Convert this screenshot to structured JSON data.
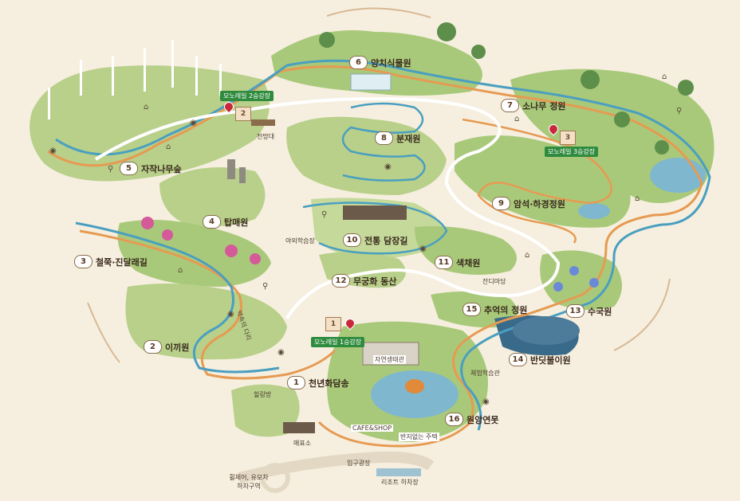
{
  "map": {
    "colors": {
      "background": "#f6efdf",
      "land": "#a9c97a",
      "land_light": "#c4d99a",
      "water": "#7fb7cf",
      "path_orange": "#e69a52",
      "path_blue": "#4a9fc0",
      "monorail": "#ffffff",
      "badge_green": "#2f8b3e",
      "pin_red": "#c8283a"
    },
    "gardens": [
      {
        "number": "1",
        "name": "천년화담송"
      },
      {
        "number": "2",
        "name": "이끼원"
      },
      {
        "number": "3",
        "name": "철쭉·진달래길"
      },
      {
        "number": "4",
        "name": "탑매원"
      },
      {
        "number": "5",
        "name": "자작나무숲"
      },
      {
        "number": "6",
        "name": "양치식물원"
      },
      {
        "number": "7",
        "name": "소나무 정원"
      },
      {
        "number": "8",
        "name": "분재원"
      },
      {
        "number": "9",
        "name": "암석·하경정원"
      },
      {
        "number": "10",
        "name": "전통 담장길"
      },
      {
        "number": "11",
        "name": "색채원"
      },
      {
        "number": "12",
        "name": "무궁화 동산"
      },
      {
        "number": "13",
        "name": "수국원"
      },
      {
        "number": "14",
        "name": "반딧불이원"
      },
      {
        "number": "15",
        "name": "추억의 정원"
      },
      {
        "number": "16",
        "name": "원앙연못"
      }
    ],
    "monorail_stops": [
      {
        "number": "1",
        "label": "모노레일 1승강장"
      },
      {
        "number": "2",
        "label": "모노레일 2승강장"
      },
      {
        "number": "3",
        "label": "모노레일 3승강장"
      }
    ],
    "facilities": {
      "observatory": "전망대",
      "outdoor_classroom": "야외학습장",
      "nature_ecology_hall": "자연생태관",
      "experience_hall": "체험학습관",
      "healing_room": "힐링방",
      "cafe_shop": "CAFE&SHOP",
      "ticket_office": "매표소",
      "entrance_square": "입구광장",
      "resort_dropoff": "리조트 하차장",
      "wheelchair_dropoff": "휠체어, 유모차\n하차구역",
      "lawn_square": "잔디마당",
      "wish_bridge": "약속의 다리",
      "wish_tree": "반지없는 주택"
    }
  }
}
